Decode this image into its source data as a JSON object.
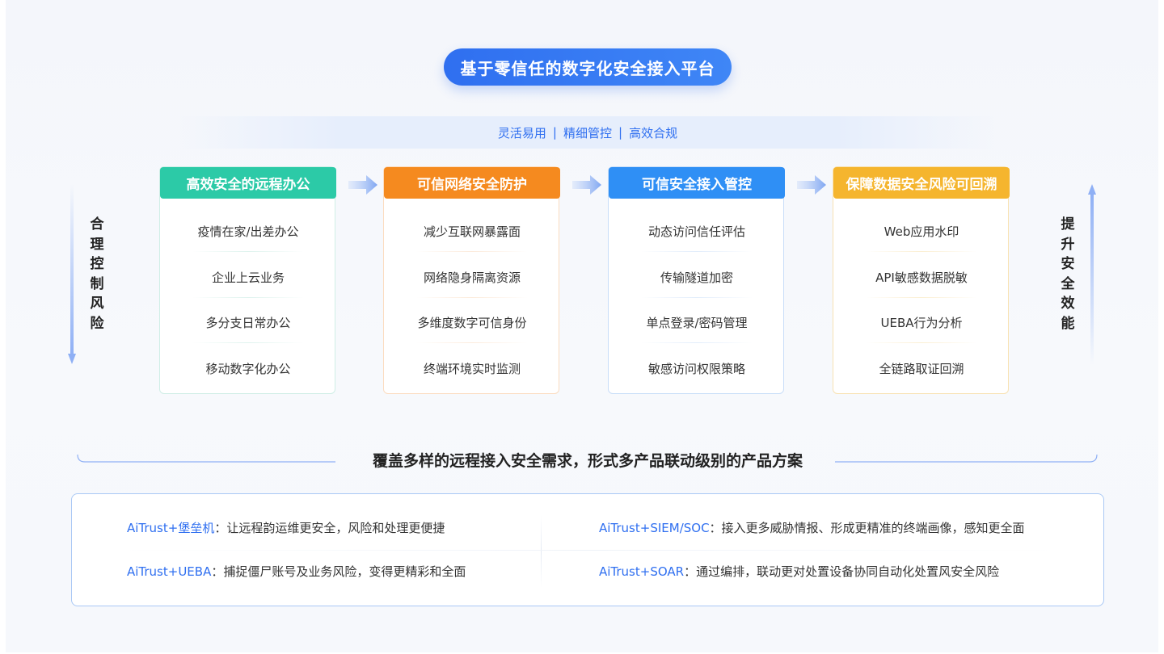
{
  "title": "基于零信任的数字化安全接入平台",
  "features": [
    "灵活易用",
    "精细管控",
    "高效合规"
  ],
  "features_separator": "|",
  "left_side_label": [
    "合",
    "理",
    "控",
    "制",
    "风",
    "险"
  ],
  "right_side_label": [
    "提",
    "升",
    "安",
    "全",
    "效",
    "能"
  ],
  "cards": [
    {
      "title": "高效安全的远程办公",
      "color": "#2ccaa7",
      "border": "#cfeee6",
      "line": "#dff3ee",
      "items": [
        "疫情在家/出差办公",
        "企业上云业务",
        "多分支日常办公",
        "移动数字化办公"
      ]
    },
    {
      "title": "可信网络安全防护",
      "color": "#f58a1f",
      "border": "#fbdcc0",
      "line": "#fcebdc",
      "items": [
        "减少互联网暴露面",
        "网络隐身隔离资源",
        "多维度数字可信身份",
        "终端环境实时监测"
      ]
    },
    {
      "title": "可信安全接入管控",
      "color": "#2f8ff5",
      "border": "#c9def8",
      "line": "#e2edfb",
      "items": [
        "动态访问信任评估",
        "传输隧道加密",
        "单点登录/密码管理",
        "敏感访问权限策略"
      ]
    },
    {
      "title": "保障数据安全风险可回溯",
      "color": "#f5b52e",
      "border": "#f8e2b3",
      "line": "#fbefd3",
      "items": [
        "Web应用水印",
        "API敏感数据脱敏",
        "UEBA行为分析",
        "全链路取证回溯"
      ]
    }
  ],
  "summary": "覆盖多样的远程接入安全需求，形式多产品联动级别的产品方案",
  "solutions": [
    {
      "product": "AiTrust+堡垒机",
      "desc": "：让远程韵运维更安全，风险和处理更便捷"
    },
    {
      "product": "AiTrust+SIEM/SOC",
      "desc": "：接入更多威胁情报、形成更精准的终端画像，感知更全面"
    },
    {
      "product": "AiTrust+UEBA",
      "desc": "：捕捉僵尸账号及业务风险，变得更精彩和全面"
    },
    {
      "product": "AiTrust+SOAR",
      "desc": "：通过编排，联动更对处置设备协同自动化处置风安全风险"
    }
  ],
  "colors": {
    "accent": "#2f6ff0",
    "arrow": "#8fb0f5"
  },
  "icons": [
    "arrow-down-icon",
    "arrow-up-icon",
    "flow-arrow-icon"
  ]
}
